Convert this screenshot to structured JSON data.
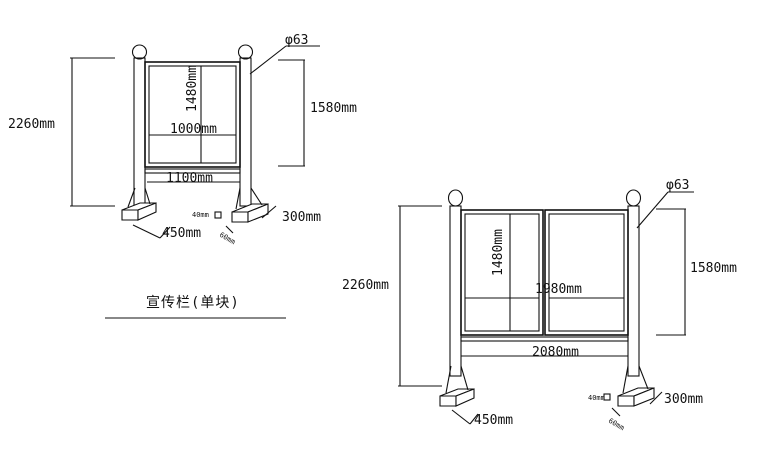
{
  "single": {
    "height_total": "2260mm",
    "board_height": "1480mm",
    "board_width": "1000mm",
    "panel_height": "1580mm",
    "post_span": "1100mm",
    "pipe_diameter": "φ63",
    "base_width": "450mm",
    "base_depth": "300mm",
    "base_w": "40mm",
    "base_h": "60mm",
    "caption": "宣传栏(单块)"
  },
  "double": {
    "height_total": "2260mm",
    "board_height": "1480mm",
    "board_width": "1980mm",
    "panel_height": "1580mm",
    "post_span": "2080mm",
    "pipe_diameter": "φ63",
    "base_width": "450mm",
    "base_depth": "300mm",
    "base_w": "40mm",
    "base_h": "60mm"
  }
}
